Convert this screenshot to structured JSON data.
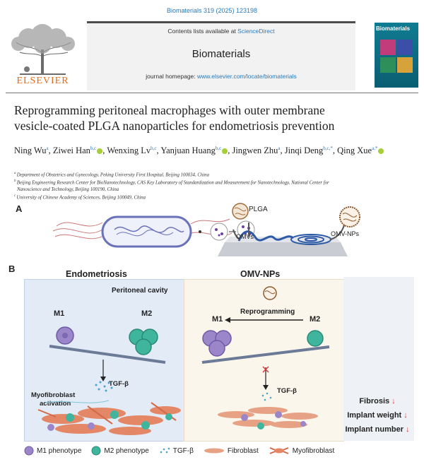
{
  "citation": "Biomaterials 319 (2025) 123198",
  "header": {
    "publisher": "ELSEVIER",
    "contents_prefix": "Contents lists available at ",
    "contents_link": "ScienceDirect",
    "journal_name": "Biomaterials",
    "homepage_prefix": "journal homepage: ",
    "homepage_link": "www.elsevier.com/locate/biomaterials",
    "cover_title": "Biomaterials"
  },
  "article": {
    "title_line1": "Reprogramming peritoneal macrophages with outer membrane",
    "title_line2": "vesicle-coated PLGA nanoparticles for endometriosis prevention",
    "authors": [
      {
        "name": "Ning Wu",
        "sup": "a",
        "orcid": false
      },
      {
        "name": "Ziwei Han",
        "sup": "b,c",
        "orcid": true
      },
      {
        "name": "Wenxing Lv",
        "sup": "b,c",
        "orcid": false
      },
      {
        "name": "Yanjuan Huang",
        "sup": "b,c",
        "orcid": true
      },
      {
        "name": "Jingwen Zhu",
        "sup": "a",
        "orcid": false
      },
      {
        "name": "Jinqi Deng",
        "sup": "b,c,*",
        "orcid": false
      },
      {
        "name": "Qing Xue",
        "sup": "a,*",
        "orcid": true
      }
    ],
    "affiliations": [
      {
        "sup": "a",
        "text": "Department of Obstetrics and Gynecology, Peking University First Hospital, Beijing 100034, China"
      },
      {
        "sup": "b",
        "text": "Beijing Engineering Research Center for BioNanotechnology, CAS Key Laboratory of Standardization and Measurement for Nanotechnology, National Center for"
      },
      {
        "sup": "",
        "text": "Nanoscience and Technology, Beijing 100190, China"
      },
      {
        "sup": "c",
        "text": "University of Chinese Academy of Sciences, Beijing 100049, China"
      }
    ]
  },
  "figure": {
    "panel_a": {
      "label": "A",
      "plga": "PLGA",
      "omvs": "OMVs",
      "omv_nps": "OMV-NPs"
    },
    "panel_b": {
      "label": "B",
      "left_title": "Endometriosis",
      "right_title": "OMV-NPs",
      "cavity": "Peritoneal cavity",
      "m1": "M1",
      "m2": "M2",
      "reprogramming": "Reprogramming",
      "tgf": "TGF-β",
      "myofib1": "Myofibroblast",
      "myofib2": "activation",
      "outcomes": [
        "Fibrosis",
        "Implant weight",
        "Implant number"
      ]
    },
    "legend": [
      {
        "label": "M1 phenotype",
        "icon": "m1-cell-icon"
      },
      {
        "label": "M2 phenotype",
        "icon": "m2-cell-icon"
      },
      {
        "label": "TGF-β",
        "icon": "tgf-dots-icon"
      },
      {
        "label": "Fibroblast",
        "icon": "fibroblast-icon"
      },
      {
        "label": "Myofibroblast",
        "icon": "myofibroblast-icon"
      }
    ],
    "colors": {
      "m1": "#9b86c9",
      "m2": "#3fb59e",
      "arrow_down": "#d83a3a",
      "left_panel": "#e3ebf7",
      "right_panel": "#fbf6ec"
    }
  }
}
